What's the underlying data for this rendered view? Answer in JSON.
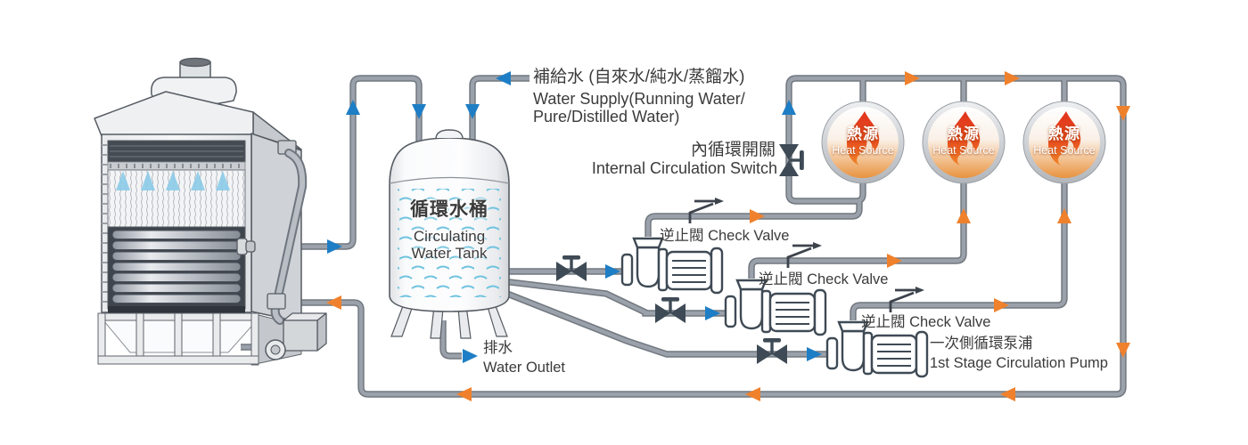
{
  "labels": {
    "water_supply": {
      "zh": "補給水 (自來水/純水/蒸餾水)",
      "en_line1": "Water Supply(Running Water/",
      "en_line2": "Pure/Distilled Water)"
    },
    "internal_circulation_switch": {
      "zh": "內循環開關",
      "en": "Internal Circulation Switch"
    },
    "circulating_water_tank": {
      "zh": "循環水桶",
      "en_line1": "Circulating",
      "en_line2": "Water Tank"
    },
    "water_outlet": {
      "zh": "排水",
      "en": "Water Outlet"
    },
    "first_stage_pump": {
      "zh": "一次側循環泵浦",
      "en": "1st Stage Circulation Pump"
    },
    "check_valves": [
      {
        "label": "逆止閥 Check Valve"
      },
      {
        "label": "逆止閥 Check Valve"
      },
      {
        "label": "逆止閥 Check Valve"
      }
    ],
    "heat_sources": [
      {
        "zh": "熱源",
        "en": "Heat Source"
      },
      {
        "zh": "熱源",
        "en": "Heat Source"
      },
      {
        "zh": "熱源",
        "en": "Heat Source"
      }
    ]
  },
  "colors": {
    "pipe": "#9aa1ab",
    "pipe_edge": "#71787f",
    "arrow_blue": "#1e7ec5",
    "arrow_orange": "#f0812c",
    "valve_dark": "#3e4a55",
    "flame_top": "#e0331c",
    "flame_bottom": "#f08629",
    "spray_blue": "#8ccbe8",
    "wave_blue": "#6fc3df",
    "text": "#3b3b3b"
  }
}
